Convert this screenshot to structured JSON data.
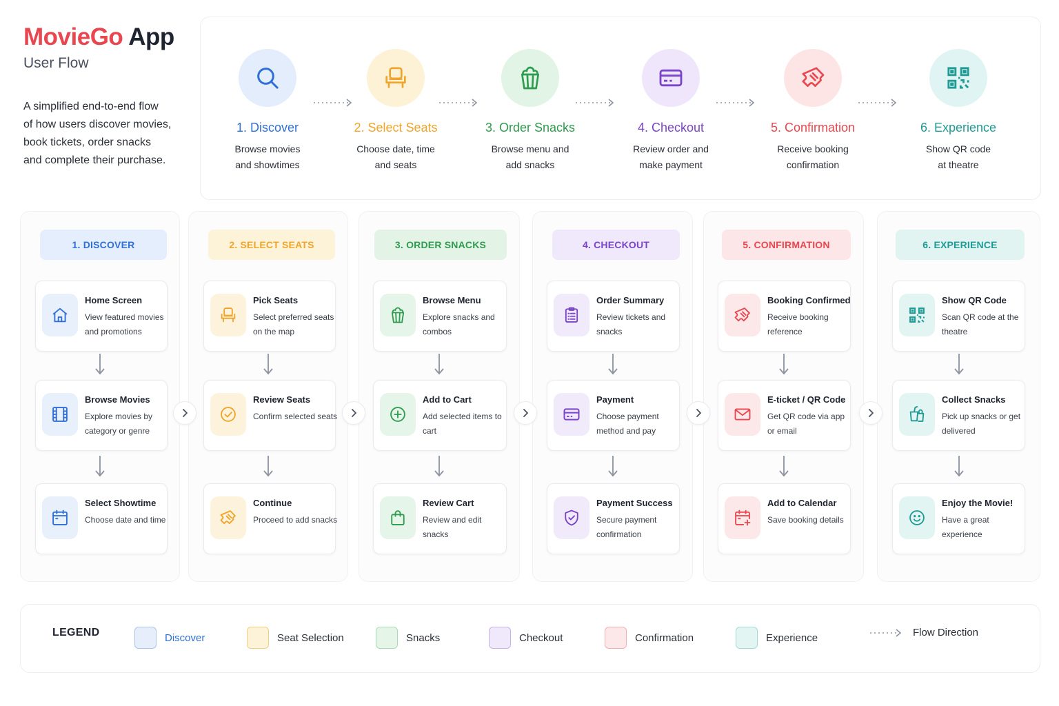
{
  "header": {
    "title_part1": "MovieGo",
    "title_part2": "App",
    "subtitle": "User Flow",
    "intro_lines": [
      "A simplified end-to-end flow",
      "of how users discover movies,",
      "book tickets, order snacks",
      "and complete their purchase."
    ]
  },
  "colors": {
    "discover": "#2f6fd6",
    "seats": "#f0a52a",
    "snacks": "#2f9b4f",
    "checkout": "#7a45c6",
    "confirmation": "#e8474f",
    "experience": "#1f9a95"
  },
  "overview": [
    {
      "title": "1. Discover",
      "desc1": "Browse movies",
      "desc2": "and showtimes",
      "icon": "search-icon"
    },
    {
      "title": "2. Select Seats",
      "desc1": "Choose date, time",
      "desc2": "and seats",
      "icon": "seat-icon"
    },
    {
      "title": "3. Order Snacks",
      "desc1": "Browse menu and",
      "desc2": "add snacks",
      "icon": "popcorn-icon"
    },
    {
      "title": "4. Checkout",
      "desc1": "Review order and",
      "desc2": "make payment",
      "icon": "credit-card-icon"
    },
    {
      "title": "5. Confirmation",
      "desc1": "Receive booking",
      "desc2": "confirmation",
      "icon": "ticket-icon"
    },
    {
      "title": "6. Experience",
      "desc1": "Show QR code",
      "desc2": "at theatre",
      "icon": "qr-code-icon"
    }
  ],
  "columns": [
    {
      "header": "1. DISCOVER",
      "cards": [
        {
          "title": "Home Screen",
          "desc": "View featured movies and promotions",
          "icon": "home-icon"
        },
        {
          "title": "Browse Movies",
          "desc": "Explore movies by category or genre",
          "icon": "film-icon"
        },
        {
          "title": "Select Showtime",
          "desc": "Choose date and time",
          "icon": "calendar-icon"
        }
      ]
    },
    {
      "header": "2. SELECT SEATS",
      "cards": [
        {
          "title": "Pick Seats",
          "desc": "Select preferred seats on the map",
          "icon": "seat-icon"
        },
        {
          "title": "Review Seats",
          "desc": "Confirm selected seats",
          "icon": "check-circle-icon"
        },
        {
          "title": "Continue",
          "desc": "Proceed to add snacks",
          "icon": "ticket-icon"
        }
      ]
    },
    {
      "header": "3. ORDER SNACKS",
      "cards": [
        {
          "title": "Browse Menu",
          "desc": "Explore snacks and combos",
          "icon": "popcorn-icon"
        },
        {
          "title": "Add to Cart",
          "desc": "Add selected items to cart",
          "icon": "plus-circle-icon"
        },
        {
          "title": "Review Cart",
          "desc": "Review and edit snacks",
          "icon": "shopping-bag-icon"
        }
      ]
    },
    {
      "header": "4. CHECKOUT",
      "cards": [
        {
          "title": "Order Summary",
          "desc": "Review tickets and snacks",
          "icon": "clipboard-icon"
        },
        {
          "title": "Payment",
          "desc": "Choose payment method and pay",
          "icon": "credit-card-icon"
        },
        {
          "title": "Payment Success",
          "desc": "Secure payment confirmation",
          "icon": "shield-check-icon"
        }
      ]
    },
    {
      "header": "5. CONFIRMATION",
      "cards": [
        {
          "title": "Booking Confirmed",
          "desc": "Receive booking reference",
          "icon": "ticket-icon"
        },
        {
          "title": "E-ticket / QR Code",
          "desc": "Get QR code via app or email",
          "icon": "mail-icon"
        },
        {
          "title": "Add to Calendar",
          "desc": "Save booking details",
          "icon": "calendar-plus-icon"
        }
      ]
    },
    {
      "header": "6. EXPERIENCE",
      "cards": [
        {
          "title": "Show QR Code",
          "desc": "Scan QR code at the theatre",
          "icon": "qr-code-icon"
        },
        {
          "title": "Collect Snacks",
          "desc": "Pick up snacks or get delivered",
          "icon": "drink-icon"
        },
        {
          "title": "Enjoy the Movie!",
          "desc": "Have a great experience",
          "icon": "smile-icon"
        }
      ]
    }
  ],
  "legend": {
    "title": "LEGEND",
    "items": [
      "Discover",
      "Seat Selection",
      "Snacks",
      "Checkout",
      "Confirmation",
      "Experience"
    ],
    "flow_label": "Flow Direction"
  }
}
